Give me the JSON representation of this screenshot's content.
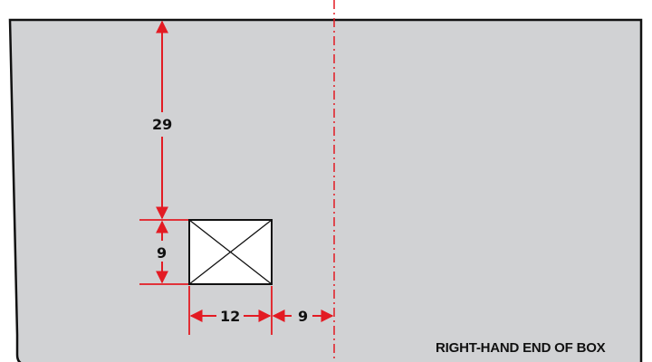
{
  "drawing": {
    "caption": "RIGHT-HAND END OF BOX",
    "dimensions": {
      "vertical_top": "29",
      "vertical_cutout": "9",
      "horizontal_cutout": "12",
      "horizontal_to_centerline": "9"
    },
    "colors": {
      "panel_fill": "#d1d2d4",
      "panel_stroke": "#111111",
      "dimension_red": "#e31b23",
      "cutout_fill": "#ffffff"
    }
  }
}
